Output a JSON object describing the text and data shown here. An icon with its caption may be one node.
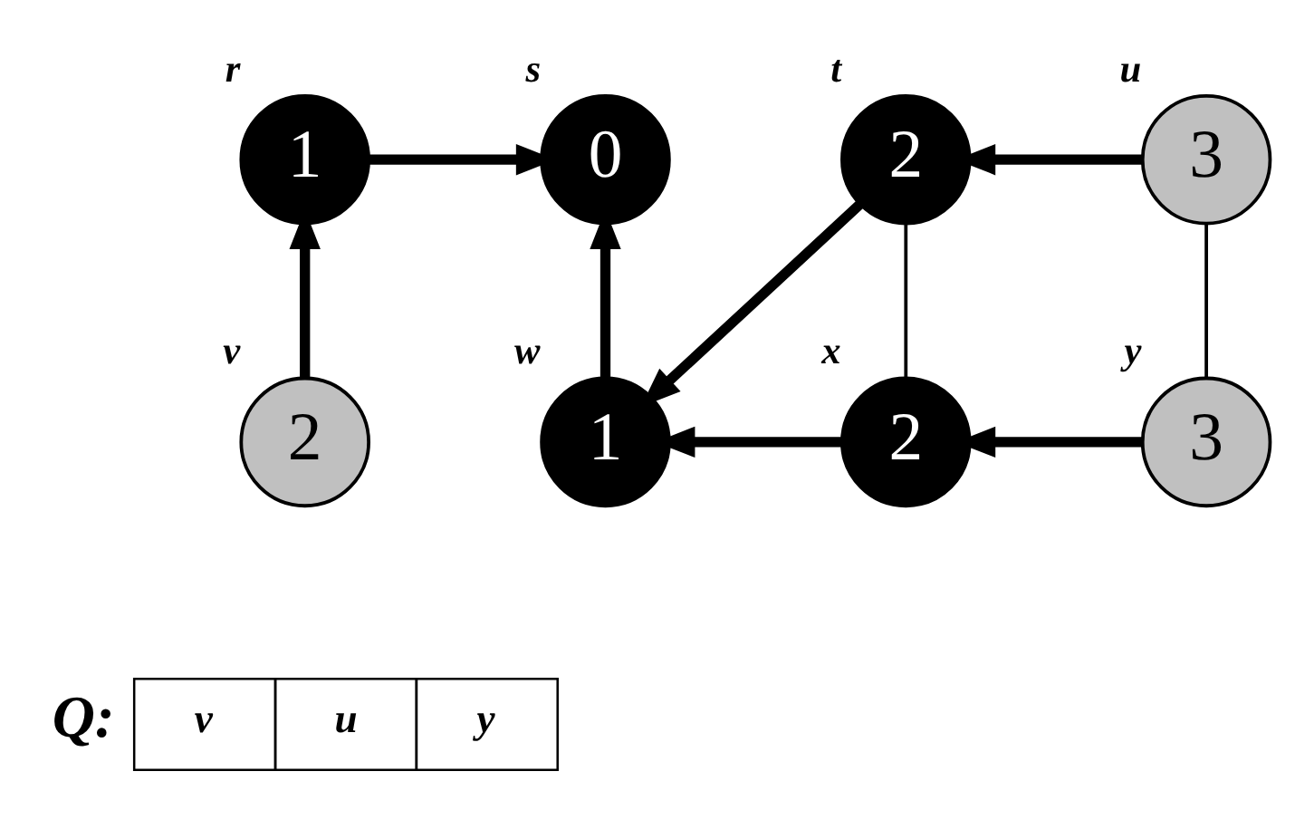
{
  "diagram": {
    "nodes": [
      {
        "text": [
          "1"
        ],
        "beside": [
          "r"
        ]
      },
      {
        "text": [
          "0"
        ],
        "beside": [
          "s"
        ]
      },
      {
        "text": [
          "2"
        ],
        "beside": [
          "t"
        ]
      },
      {
        "text": [
          "3"
        ],
        "beside": [
          "u"
        ]
      },
      {
        "text": [
          "2"
        ],
        "beside": [
          "v"
        ]
      },
      {
        "text": [
          "1"
        ],
        "beside": [
          "w"
        ]
      },
      {
        "text": [
          "2"
        ],
        "beside": [
          "x"
        ]
      },
      {
        "text": [
          "3"
        ],
        "beside": [
          "y"
        ]
      }
    ],
    "edges": [
      {
        "from": 0,
        "to": 1,
        "arrow": "to"
      },
      {
        "from": 4,
        "to": 0,
        "arrow": "to"
      },
      {
        "from": 5,
        "to": 1,
        "arrow": "to"
      },
      {
        "from": 2,
        "to": 5,
        "arrow": "to"
      },
      {
        "from": 6,
        "to": 5,
        "arrow": "to"
      },
      {
        "from": 3,
        "to": 2,
        "arrow": "to"
      },
      {
        "from": 7,
        "to": 6,
        "arrow": "to"
      },
      {
        "from": 2,
        "to": 6,
        "arrow": "none"
      },
      {
        "from": 3,
        "to": 7,
        "arrow": "none"
      }
    ],
    "labels": [
      "Q:",
      "v",
      "u",
      "y"
    ]
  }
}
